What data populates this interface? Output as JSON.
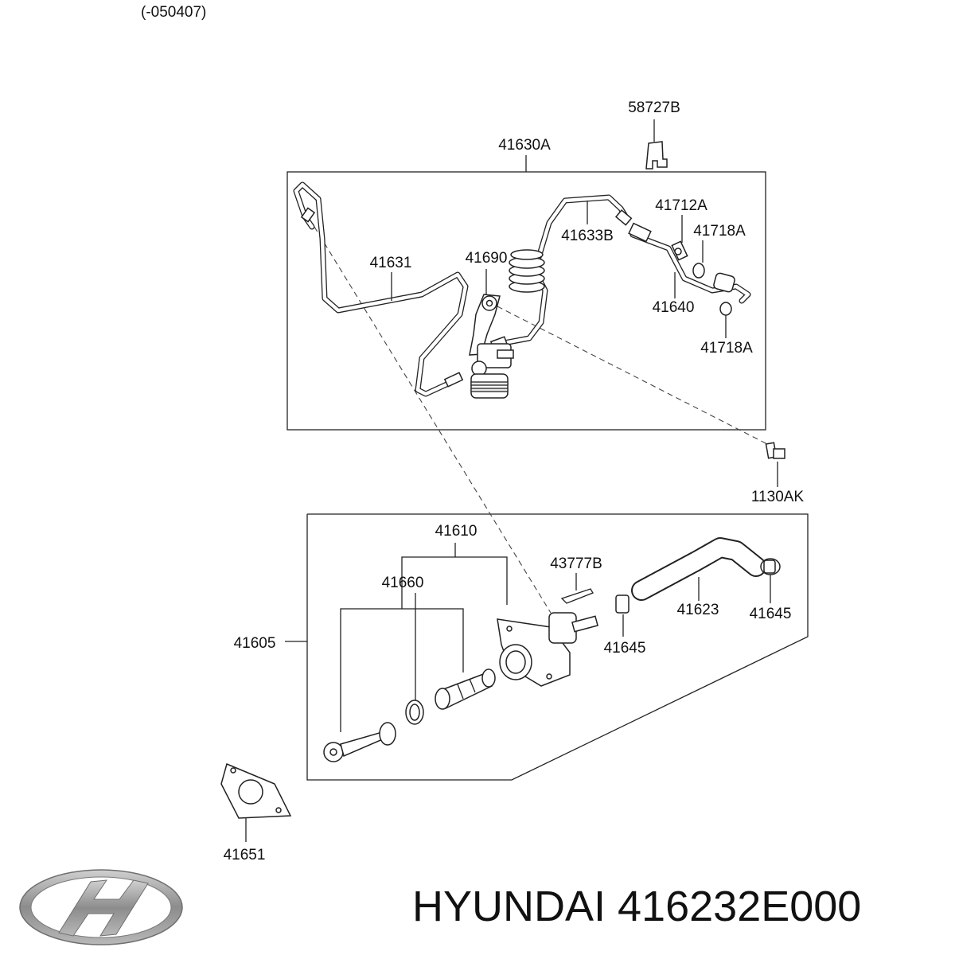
{
  "header": {
    "range_code": "(-050407)"
  },
  "labels": {
    "l58727B": "58727B",
    "l41630A": "41630A",
    "l41712A": "41712A",
    "l41718A_top": "41718A",
    "l41633B": "41633B",
    "l41631": "41631",
    "l41690": "41690",
    "l41640": "41640",
    "l41718A_bottom": "41718A",
    "l1130AK": "1130AK",
    "l41610": "41610",
    "l43777B": "43777B",
    "l41660": "41660",
    "l41623": "41623",
    "l41645_right": "41645",
    "l41605": "41605",
    "l41645_mid": "41645",
    "l41651": "41651"
  },
  "caption": {
    "text": "HYUNDAI 416232E000"
  },
  "colors": {
    "line": "#222222",
    "logo": "#9a9a9a",
    "background": "#ffffff"
  }
}
